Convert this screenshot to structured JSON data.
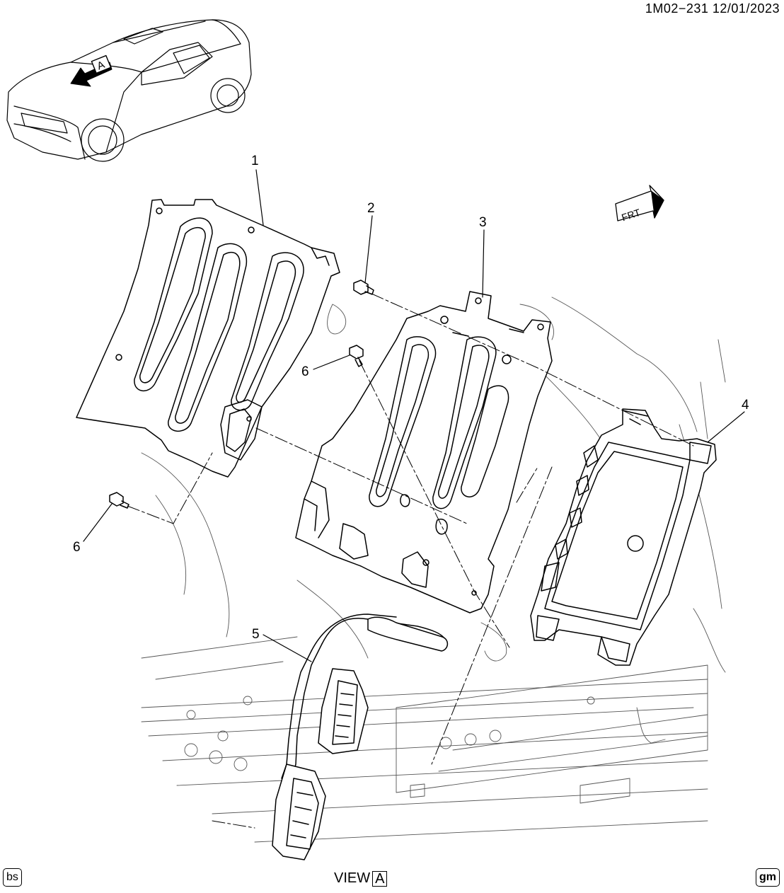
{
  "header": {
    "ref_code": "1M02−231  12/01/2023"
  },
  "footer": {
    "left_badge": "bs",
    "view_label": "VIEW",
    "view_letter": "A",
    "right_badge": "gm"
  },
  "vehicle_callout": {
    "letter": "A"
  },
  "direction_marker": {
    "label": "FRT"
  },
  "callouts": [
    "1",
    "2",
    "3",
    "4",
    "5",
    "6",
    "6"
  ],
  "icons": {
    "direction": "arrow-icon",
    "vehicle": "suv-icon"
  }
}
